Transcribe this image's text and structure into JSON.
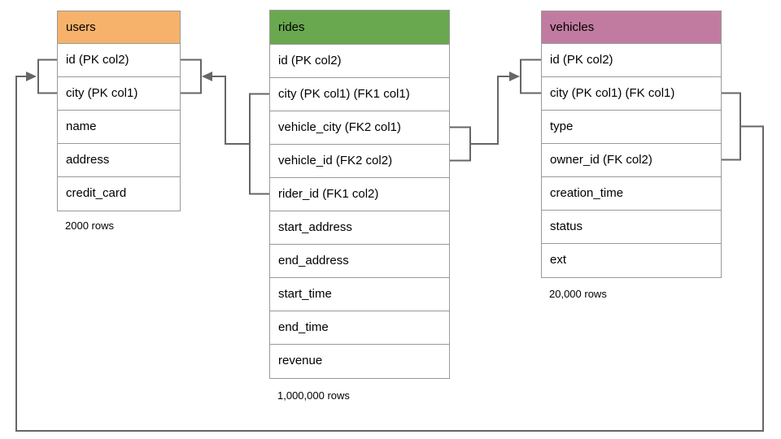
{
  "diagram": {
    "tables": [
      {
        "name": "users",
        "header_color": "#f6b26b",
        "rows": [
          "id (PK col2)",
          "city (PK col1)",
          "name",
          "address",
          "credit_card"
        ],
        "row_count": "2000 rows"
      },
      {
        "name": "rides",
        "header_color": "#6aa84f",
        "rows": [
          "id (PK col2)",
          "city (PK col1) (FK1 col1)",
          "vehicle_city (FK2 col1)",
          "vehicle_id (FK2 col2)",
          "rider_id (FK1 col2)",
          "start_address",
          "end_address",
          "start_time",
          "end_time",
          "revenue"
        ],
        "row_count": "1,000,000 rows"
      },
      {
        "name": "vehicles",
        "header_color": "#c27ba0",
        "rows": [
          "id (PK col2)",
          "city (PK col1) (FK col1)",
          "type",
          "owner_id (FK col2)",
          "creation_time",
          "status",
          "ext"
        ],
        "row_count": "20,000 rows"
      }
    ],
    "relationships": [
      {
        "from": "rides (city, rider_id) FK1",
        "to": "users (id, city) PK"
      },
      {
        "from": "rides (vehicle_city, vehicle_id) FK2",
        "to": "vehicles (id, city) PK"
      },
      {
        "from": "vehicles (city, owner_id) FK",
        "to": "users (id, city) PK"
      }
    ],
    "colors": {
      "connector": "#666666",
      "cell_border": "#999999",
      "background": "#ffffff",
      "text": "#000000"
    }
  }
}
